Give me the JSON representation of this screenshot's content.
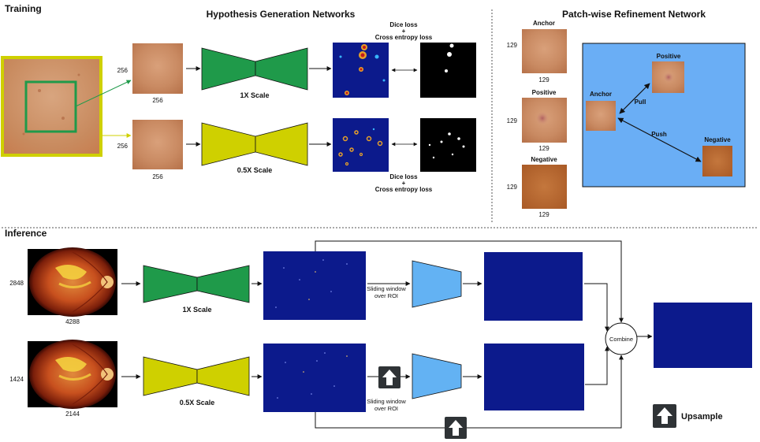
{
  "sections": {
    "training": "Training",
    "inference": "Inference"
  },
  "training": {
    "hgn_title": "Hypothesis Generation Networks",
    "prn_title": "Patch-wise Refinement Network",
    "row1": {
      "dim_h": "256",
      "dim_w": "256",
      "scale": "1X Scale"
    },
    "row2": {
      "dim_h": "256",
      "dim_w": "256",
      "scale": "0.5X Scale"
    },
    "loss_top": {
      "line1": "Dice loss",
      "line2": "+",
      "line3": "Cross entropy loss"
    },
    "loss_bottom": {
      "line1": "Dice loss",
      "line2": "+",
      "line3": "Cross entropy loss"
    },
    "patches": [
      {
        "name": "Anchor",
        "h": "129",
        "w": "129"
      },
      {
        "name": "Positive",
        "h": "129",
        "w": "129"
      },
      {
        "name": "Negative",
        "h": "129",
        "w": "129"
      }
    ],
    "triplet": {
      "anchor": "Anchor",
      "positive": "Positive",
      "negative": "Negative",
      "pull": "Pull",
      "push": "Push"
    }
  },
  "inference": {
    "row1": {
      "dim_h": "2848",
      "dim_w": "4288",
      "scale": "1X Scale",
      "sliding_1": "Sliding window",
      "sliding_2": "over ROI"
    },
    "row2": {
      "dim_h": "1424",
      "dim_w": "2144",
      "scale": "0.5X Scale",
      "sliding_1": "Sliding window",
      "sliding_2": "over ROI"
    },
    "combine": "Combine",
    "legend_upsample": "Upsample"
  },
  "colors": {
    "green_net": "#1f9a4a",
    "yellow_net": "#cfd000",
    "refine_net": "#63b2f3",
    "prn_bg": "#6aaef5",
    "map_bg": "#0c1a8c",
    "skin": "#c9865a",
    "fundus_bg": "#000000"
  },
  "icons": [
    "upsample-icon",
    "combine-node"
  ]
}
